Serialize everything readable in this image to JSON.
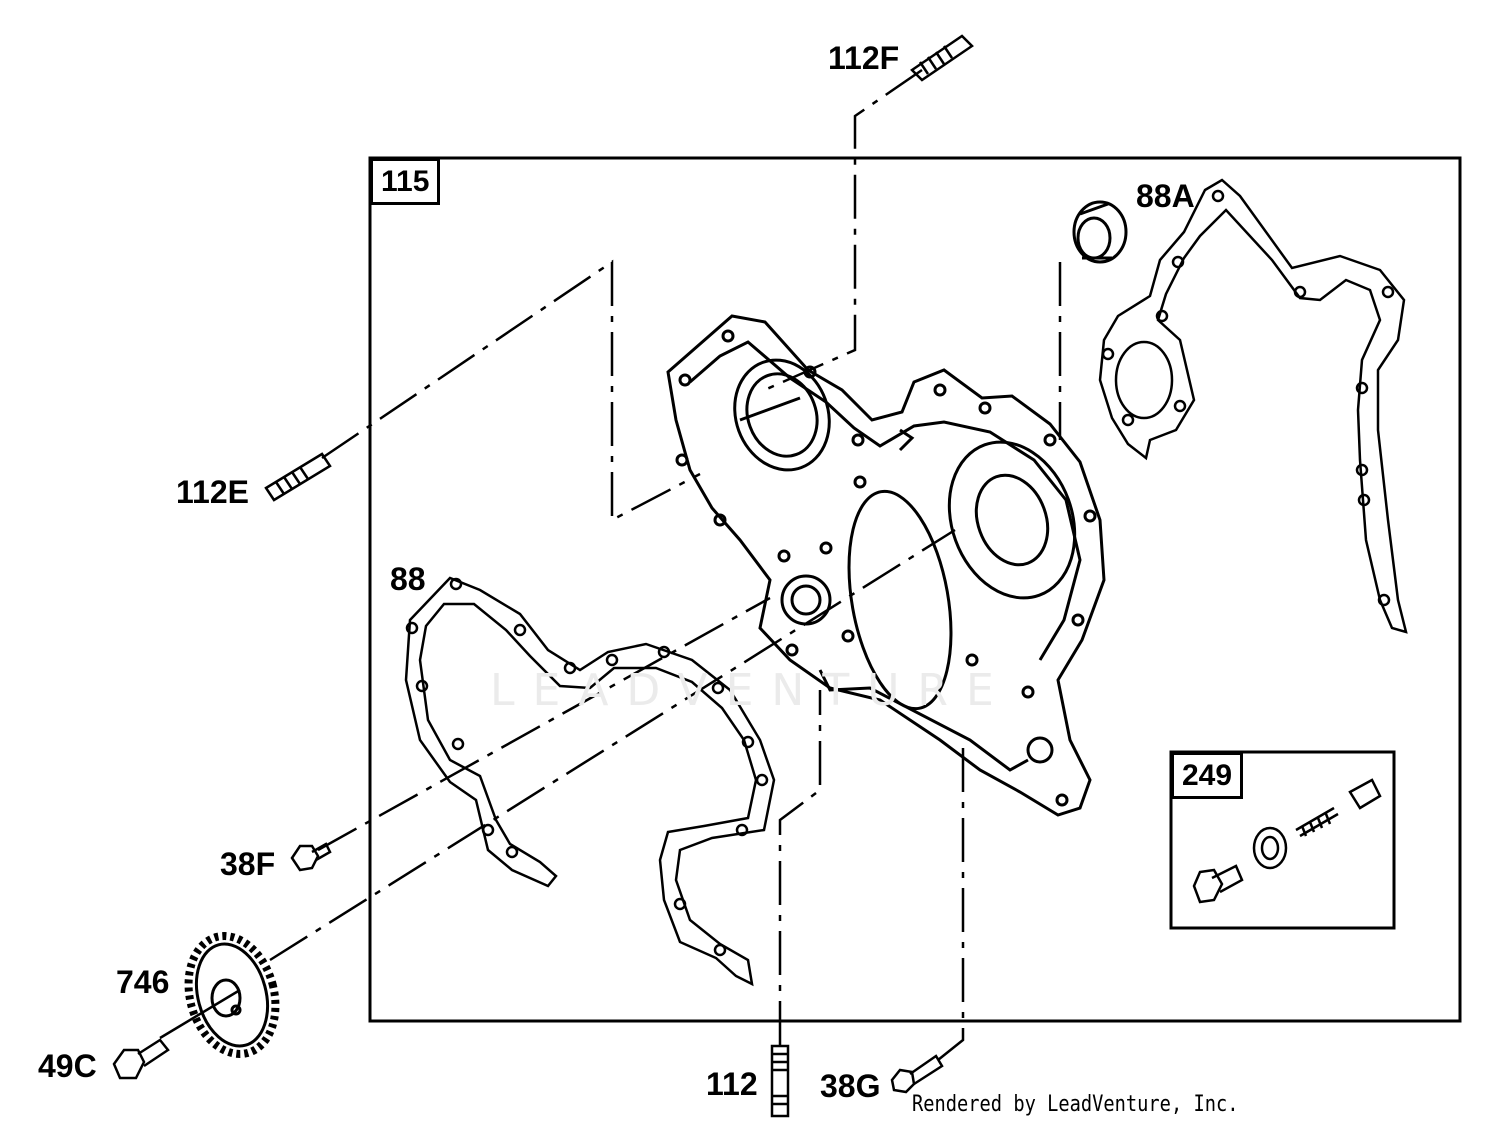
{
  "diagram": {
    "assembly_label": "115",
    "subassembly_label": "249",
    "callouts": [
      {
        "id": "112F",
        "label": "112F"
      },
      {
        "id": "88A",
        "label": "88A"
      },
      {
        "id": "112E",
        "label": "112E"
      },
      {
        "id": "88",
        "label": "88"
      },
      {
        "id": "38F",
        "label": "38F"
      },
      {
        "id": "746",
        "label": "746"
      },
      {
        "id": "49C",
        "label": "49C"
      },
      {
        "id": "112",
        "label": "112"
      },
      {
        "id": "38G",
        "label": "38G"
      }
    ],
    "watermark": "LEADVENTURE",
    "credit": "Rendered by LeadVenture, Inc."
  }
}
